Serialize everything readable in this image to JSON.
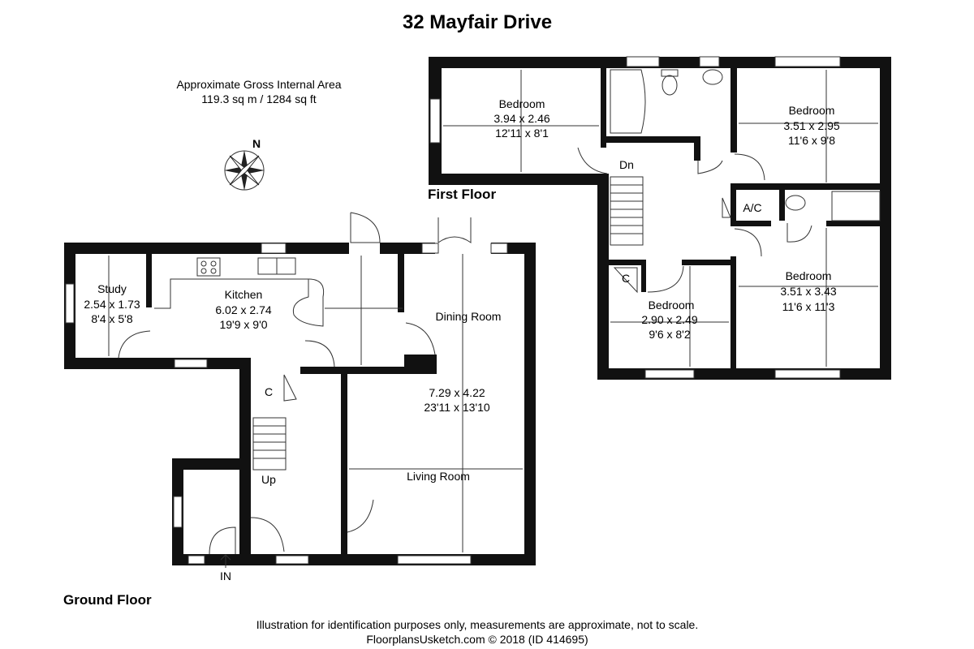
{
  "title": "32 Mayfair Drive",
  "area": {
    "line1": "Approximate Gross Internal Area",
    "line2": "119.3 sq m / 1284 sq ft"
  },
  "compass": {
    "label": "N",
    "icon": "compass-rose-icon"
  },
  "floors": {
    "ground": "Ground Floor",
    "first": "First Floor"
  },
  "rooms": {
    "study": {
      "name": "Study",
      "metric": "2.54 x 1.73",
      "imperial": "8'4 x 5'8"
    },
    "kitchen": {
      "name": "Kitchen",
      "metric": "6.02 x 2.74",
      "imperial": "19'9 x 9'0"
    },
    "dining": {
      "name": "Dining Room"
    },
    "living": {
      "name": "Living Room",
      "metric": "7.29 x 4.22",
      "imperial": "23'11 x 13'10"
    },
    "bedroom1": {
      "name": "Bedroom",
      "metric": "3.94 x 2.46",
      "imperial": "12'11 x 8'1"
    },
    "bedroom2": {
      "name": "Bedroom",
      "metric": "3.51 x 2.95",
      "imperial": "11'6 x 9'8"
    },
    "bedroom3": {
      "name": "Bedroom",
      "metric": "3.51 x 3.43",
      "imperial": "11'6 x 11'3"
    },
    "bedroom4": {
      "name": "Bedroom",
      "metric": "2.90 x 2.49",
      "imperial": "9'6 x 8'2"
    }
  },
  "labels": {
    "cupboard_ground": "C",
    "cupboard_first": "C",
    "up": "Up",
    "down": "Dn",
    "entrance": "IN",
    "airing_cupboard": "A/C"
  },
  "footer": {
    "line1": "Illustration for identification purposes only, measurements are approximate, not to scale.",
    "line2": "FloorplansUsketch.com © 2018 (ID 414695)"
  },
  "colors": {
    "wall": "#111111",
    "background": "#ffffff"
  }
}
